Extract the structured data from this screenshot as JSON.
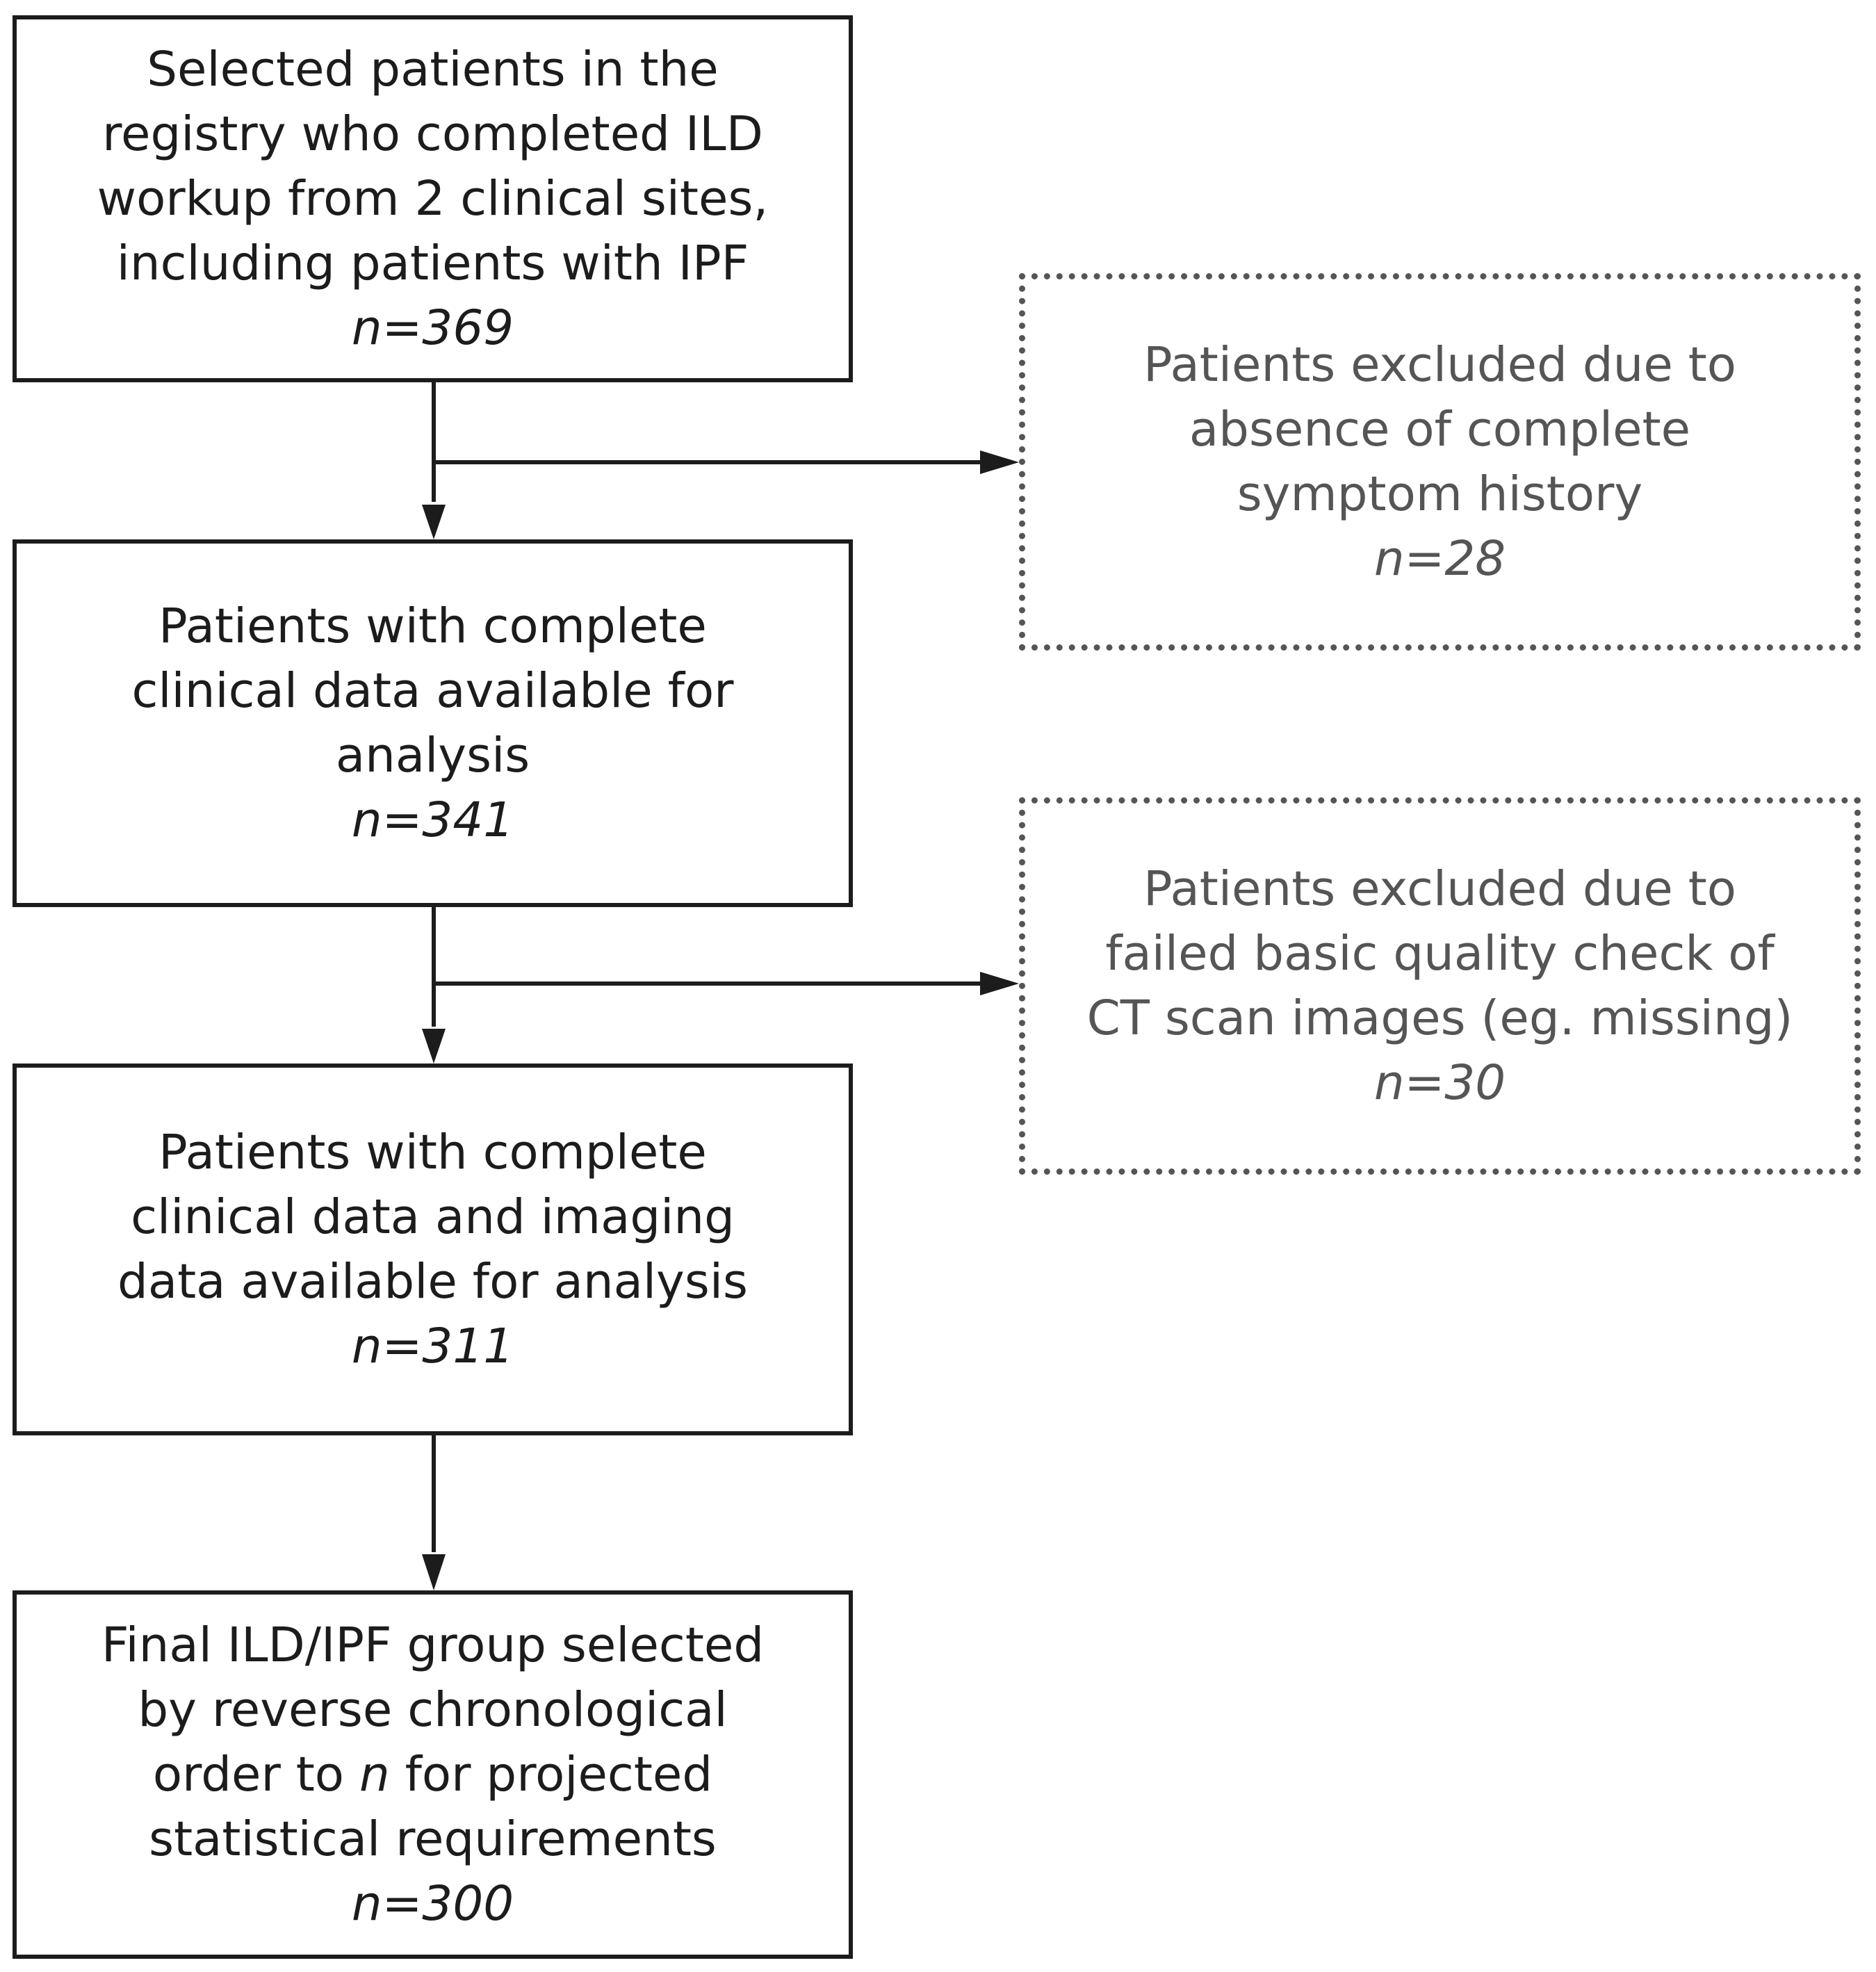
{
  "boxes": {
    "registry": {
      "lines": [
        "Selected patients in the",
        "registry who completed ILD",
        "workup from 2 clinical sites,",
        "including patients with IPF"
      ],
      "n": "n=369"
    },
    "clinical": {
      "lines": [
        "Patients with complete",
        "clinical data available for",
        "analysis"
      ],
      "n": "n=341"
    },
    "imaging": {
      "lines": [
        "Patients with complete",
        "clinical data and imaging",
        "data available for analysis"
      ],
      "n": "n=311"
    },
    "final": {
      "line1": "Final ILD/IPF group selected",
      "line2": "by reverse chronological",
      "line3_pre": "order to ",
      "line3_em": "n",
      "line3_post": " for projected",
      "line4": "statistical requirements",
      "n": "n=300"
    },
    "excluded_symptoms": {
      "lines": [
        "Patients excluded due to",
        "absence of complete",
        "symptom history"
      ],
      "n": "n=28"
    },
    "excluded_ct": {
      "lines": [
        "Patients excluded due to",
        "failed basic quality check of",
        "CT scan images (eg. missing)"
      ],
      "n": "n=30"
    }
  },
  "colors": {
    "main_border": "#1c1c1c",
    "excluded_border": "#555555"
  }
}
